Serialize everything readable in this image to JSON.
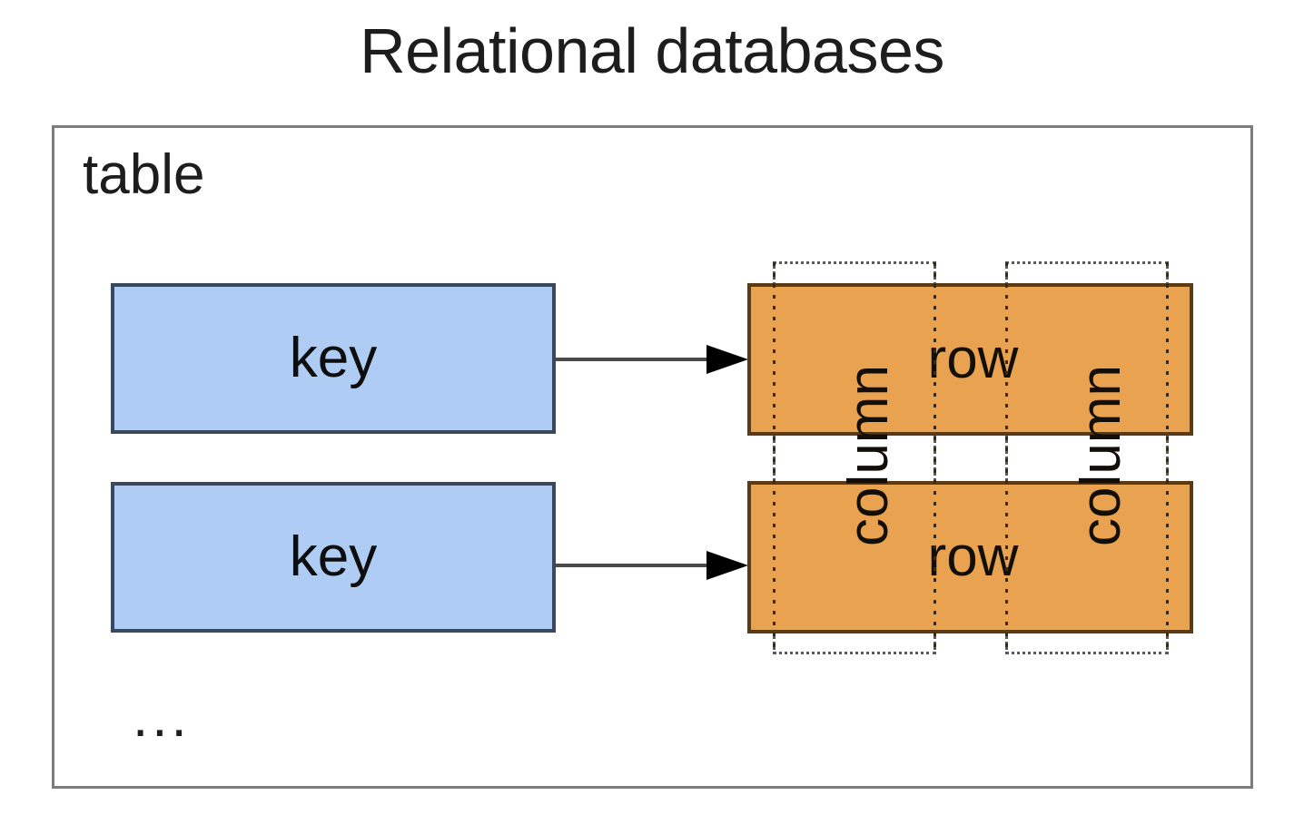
{
  "title": "Relational databases",
  "table": {
    "label": "table",
    "ellipsis": "..."
  },
  "keys": [
    {
      "label": "key"
    },
    {
      "label": "key"
    }
  ],
  "rows": [
    {
      "label": "row"
    },
    {
      "label": "row"
    }
  ],
  "columns": [
    {
      "label": "column"
    },
    {
      "label": "column"
    }
  ],
  "arrows": [
    {
      "name": "key-to-row-arrow-1"
    },
    {
      "name": "key-to-row-arrow-2"
    }
  ],
  "colors": {
    "key_fill": "#AECCF4",
    "key_border": "#39485C",
    "row_fill": "#E9A350",
    "row_border": "#5B3A14",
    "table_border": "#7C7C7C",
    "column_outline": "#5A5A5A",
    "text": "#1D1D1D",
    "background": "#FFFFFF"
  }
}
